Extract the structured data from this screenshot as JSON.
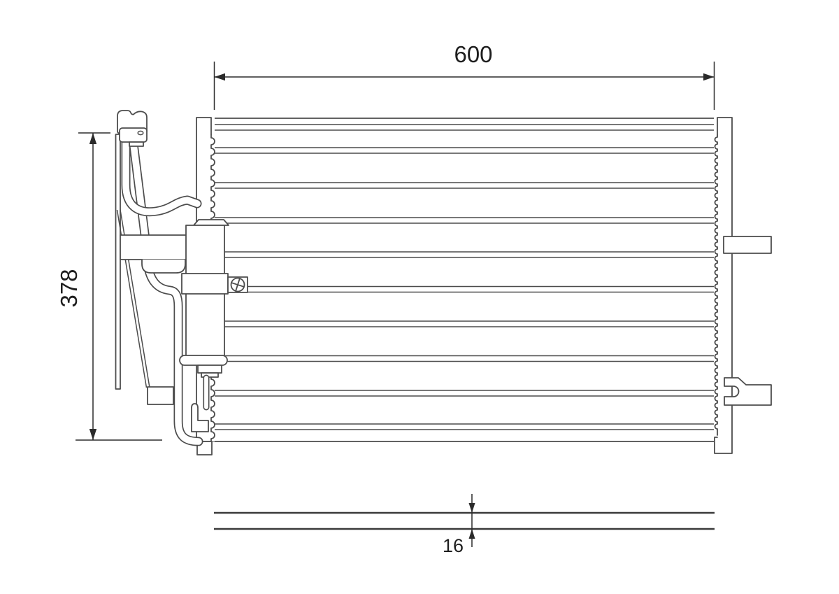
{
  "drawing": {
    "subject": "air-conditioning-condenser-technical-line-drawing",
    "background_color": "#ffffff",
    "line_color": "#4c4c4c",
    "dimension_line_color": "#2b2b2b",
    "text_color": "#1e1e1e",
    "dimensions": {
      "width": {
        "value": "600",
        "orientation": "horizontal"
      },
      "height": {
        "value": "378",
        "orientation": "vertical"
      },
      "thickness": {
        "value": "16",
        "orientation": "vertical"
      }
    },
    "views": {
      "front": {
        "tube_row_count": 10,
        "components": [
          "left-header-tank",
          "right-header-tank",
          "tube-rows",
          "receiver-drier",
          "drier-clamp-with-screw",
          "inlet-connector-block",
          "inlet-pipe",
          "outlet-pipe",
          "support-strip",
          "left-mounting-bracket",
          "upper-right-mounting-bracket",
          "lower-right-mounting-bracket"
        ]
      },
      "side": {
        "components": [
          "condenser-edge-profile"
        ]
      }
    }
  }
}
